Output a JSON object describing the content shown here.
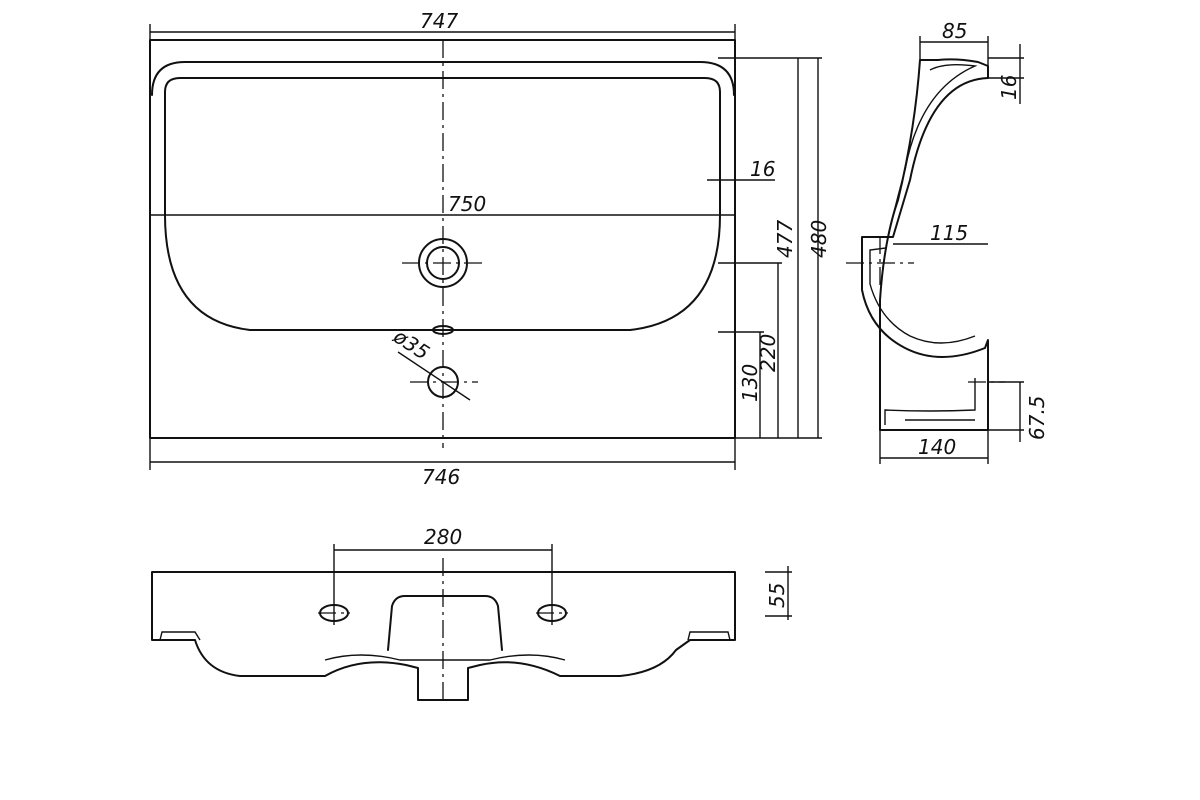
{
  "drawing": {
    "top_view": {
      "top_width": "747",
      "overall_length": "750",
      "bottom_width": "746",
      "rim_thickness": "16",
      "tap_hole_diameter": "ø35",
      "height_477": "477",
      "height_480": "480",
      "height_220": "220",
      "height_130": "130"
    },
    "side_view": {
      "rim_depth": "85",
      "rim_height": "16",
      "tap_offset": "115",
      "base_depth": "140",
      "drain_height": "67.5"
    },
    "front_view": {
      "mounting_hole_spacing": "280",
      "rim_profile_height": "55"
    }
  }
}
